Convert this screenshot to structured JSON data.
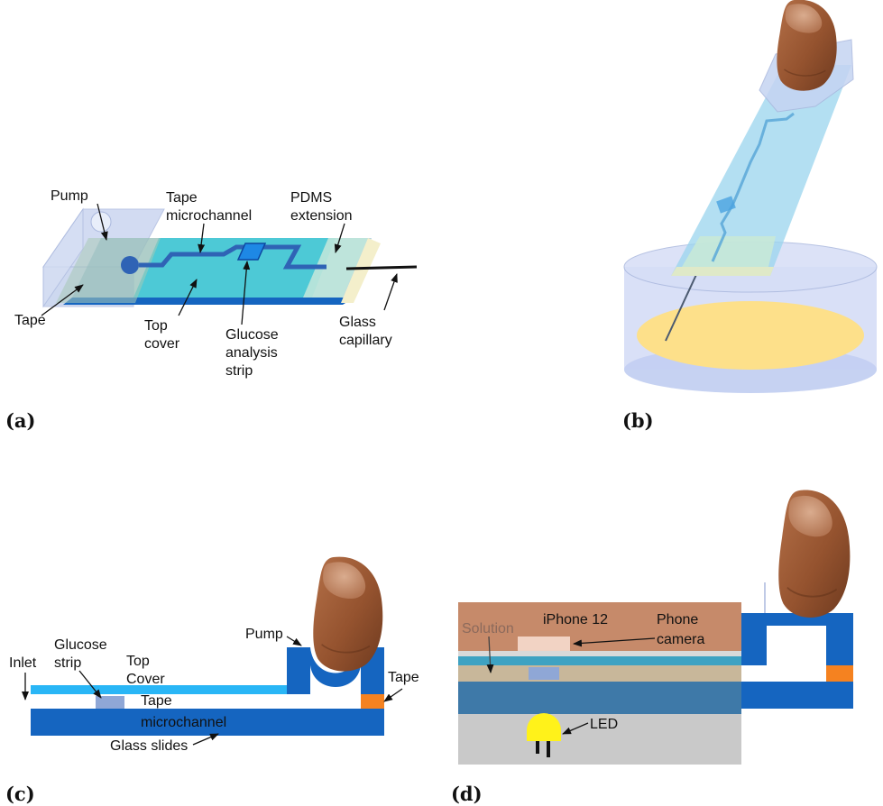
{
  "panels": {
    "a": {
      "panel_label": "(a)",
      "labels": {
        "pump": "Pump",
        "tape_micro_1": "Tape",
        "tape_micro_2": "microchannel",
        "pdms_1": "PDMS",
        "pdms_2": "extension",
        "tape": "Tape",
        "top_cover_1": "Top",
        "top_cover_2": "cover",
        "glucose_1": "Glucose",
        "glucose_2": "analysis",
        "glucose_3": "strip",
        "glass_1": "Glass",
        "glass_2": "capillary"
      }
    },
    "b": {
      "panel_label": "(b)"
    },
    "c": {
      "panel_label": "(c)",
      "labels": {
        "inlet": "Inlet",
        "glucose_1": "Glucose",
        "glucose_2": "strip",
        "top_cover_1": "Top",
        "top_cover_2": "Cover",
        "tape_micro_1": "Tape",
        "tape_micro_2": "microchannel",
        "glass_slides": "Glass slides",
        "pump": "Pump",
        "tape": "Tape"
      }
    },
    "d": {
      "panel_label": "(d)",
      "labels": {
        "iphone": "iPhone 12",
        "phone_camera_1": "Phone",
        "phone_camera_2": "camera",
        "solution": "Solution",
        "led": "LED"
      }
    }
  },
  "colors": {
    "blue_dark": "#1565c0",
    "blue_light": "#29b6f6",
    "cyan_cover": "#4dc9d6",
    "phone_brown": "#c68a6a",
    "led_yellow": "#fff21a",
    "tape_orange": "#f58220",
    "grey_base": "#c9c9c9",
    "solution_yellow": "#fde08a",
    "skin": "#9a5a35"
  },
  "icons": [
    "finger-icon",
    "arrow-icon"
  ]
}
